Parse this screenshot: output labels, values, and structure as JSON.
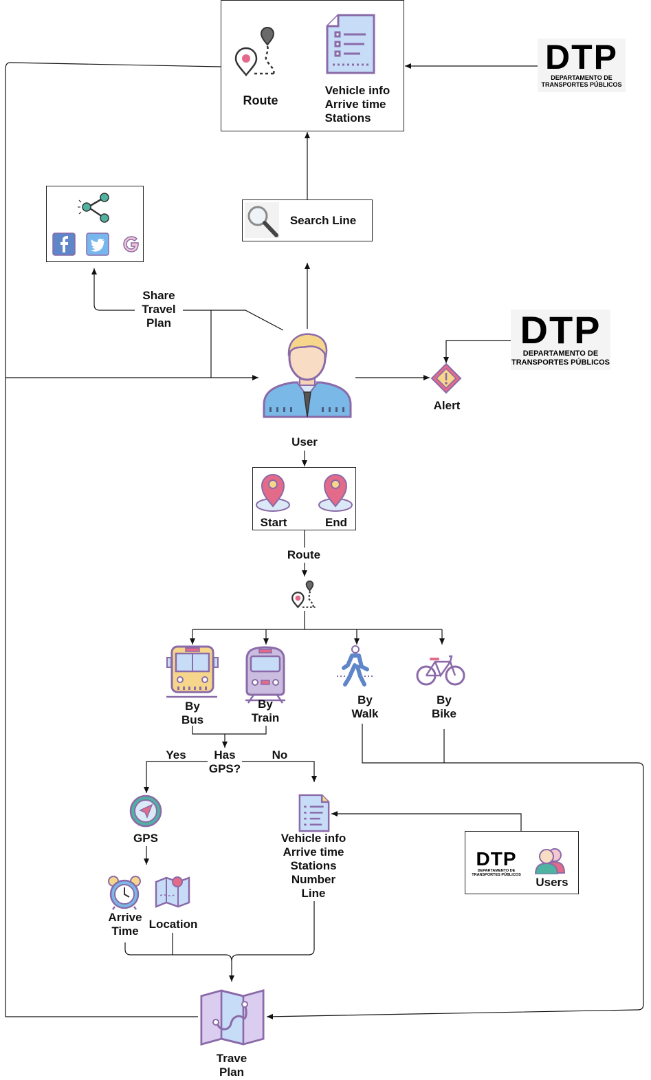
{
  "nodes": {
    "route_top_label": "Route",
    "vehicle_info_top": [
      "Vehicle info",
      "Arrive time",
      "Stations"
    ],
    "search_line": "Search Line",
    "share_travel_plan": [
      "Share",
      "Travel",
      "Plan"
    ],
    "user": "User",
    "alert": "Alert",
    "start": "Start",
    "end": "End",
    "route_mid": "Route",
    "by_bus": [
      "By",
      "Bus"
    ],
    "by_train": [
      "By",
      "Train"
    ],
    "by_walk": [
      "By",
      "Walk"
    ],
    "by_bike": [
      "By",
      "Bike"
    ],
    "has_gps": [
      "Has",
      "GPS?"
    ],
    "yes": "Yes",
    "no": "No",
    "gps": "GPS",
    "arrive_time": [
      "Arrive",
      "Time"
    ],
    "location": "Location",
    "vehicle_info_bottom": [
      "Vehicle info",
      "Arrive time",
      "Stations",
      "Number",
      "Line"
    ],
    "users": "Users",
    "trave_plan": [
      "Trave",
      "Plan"
    ]
  },
  "dtp_logo": {
    "big": "DTP",
    "small_line1": "DEPARTAMENTO DE",
    "small_line2": "TRANSPORTES PÚBLICOS"
  },
  "icons": [
    "route-icon",
    "document-icon",
    "share-icon",
    "facebook-icon",
    "twitter-icon",
    "google-icon",
    "magnifier-icon",
    "user-avatar-icon",
    "alert-icon",
    "map-pin-icon",
    "bus-icon",
    "train-icon",
    "pedestrian-icon",
    "bicycle-icon",
    "compass-icon",
    "alarm-clock-icon",
    "map-location-icon",
    "users-icon",
    "travel-map-icon"
  ],
  "colors": {
    "stroke": "#111111",
    "icon_outline": "#8a6aa8",
    "pin_pink": "#e46a8a",
    "teal": "#4fb3a2",
    "light_blue": "#c7dcf7",
    "yellow": "#f6d68a"
  }
}
